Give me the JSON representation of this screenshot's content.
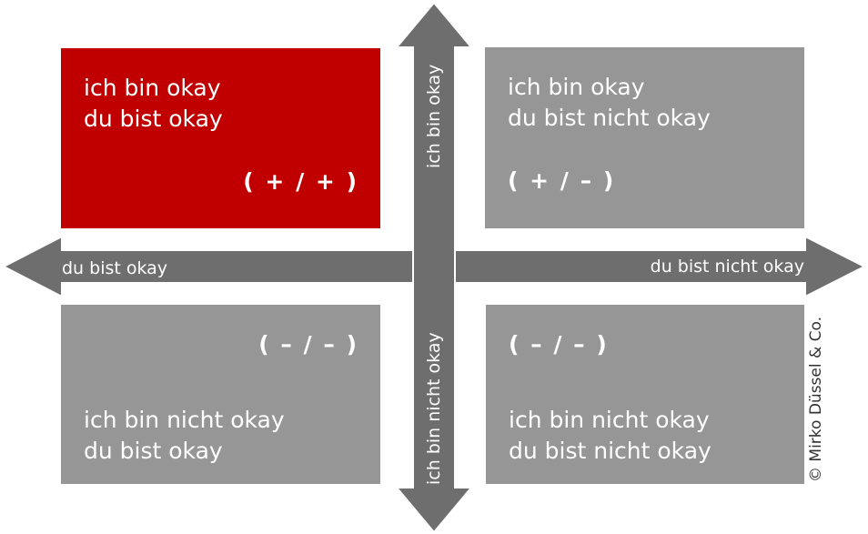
{
  "colors": {
    "highlight": "#c00000",
    "box": "#969696",
    "arrow": "#6e6e6e",
    "text": "#ffffff"
  },
  "quadrants": {
    "top_left": {
      "line1": "ich bin okay",
      "line2": "du bist okay",
      "sign": "( + / + )"
    },
    "top_right": {
      "line1": "ich bin okay",
      "line2": "du bist nicht okay",
      "sign": "( + / – )"
    },
    "bottom_left": {
      "line1": "ich bin nicht okay",
      "line2": "du bist okay",
      "sign": "( – / – )"
    },
    "bottom_right": {
      "line1": "ich bin nicht okay",
      "line2": "du bist nicht okay",
      "sign": "( – / – )"
    }
  },
  "axes": {
    "left": "du bist okay",
    "right": "du bist nicht okay",
    "top": "ich bin okay",
    "bottom": "ich bin nicht okay"
  },
  "copyright": "© Mirko Düssel & Co."
}
